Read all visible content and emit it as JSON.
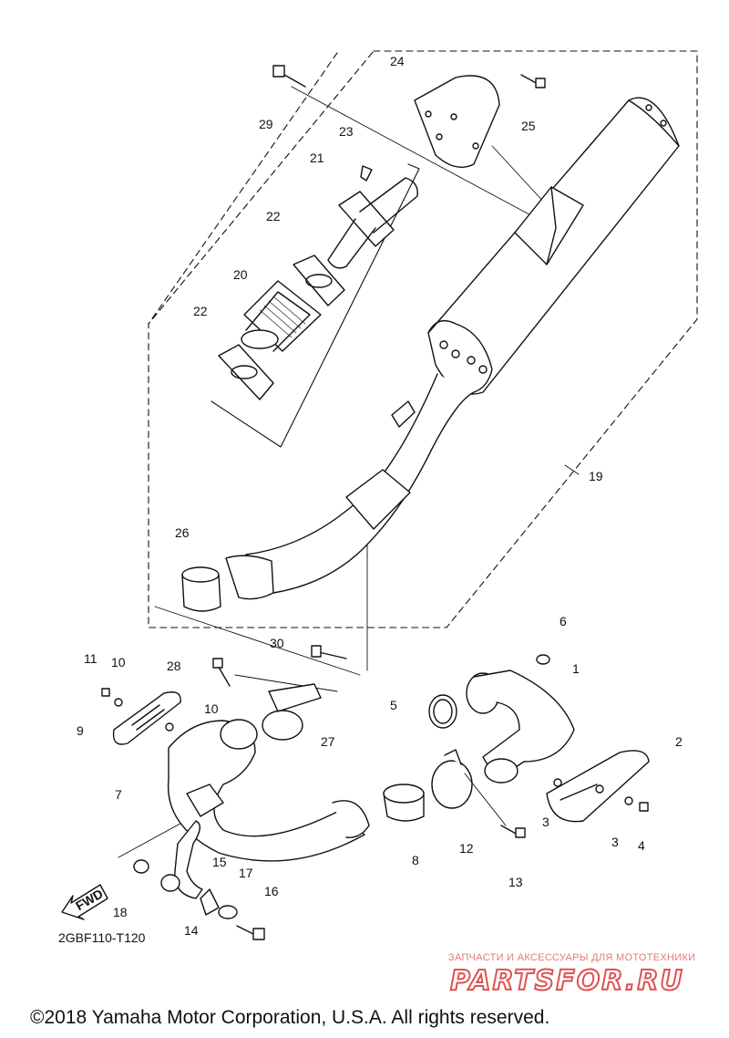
{
  "diagram": {
    "code": "2GBF110-T120",
    "fwd_label": "FWD",
    "callouts": [
      "1",
      "2",
      "3",
      "3",
      "4",
      "5",
      "6",
      "7",
      "8",
      "9",
      "10",
      "10",
      "11",
      "12",
      "13",
      "14",
      "15",
      "16",
      "17",
      "18",
      "19",
      "20",
      "21",
      "22",
      "22",
      "23",
      "24",
      "25",
      "26",
      "27",
      "28",
      "29",
      "30"
    ]
  },
  "watermark": {
    "tagline": "ЗАПЧАСТИ И АКСЕССУАРЫ ДЛЯ МОТОТЕХНИКИ",
    "logo": "PARTSFOR.RU"
  },
  "footer": {
    "copyright": "©2018 Yamaha Motor Corporation, U.S.A. All rights reserved."
  }
}
